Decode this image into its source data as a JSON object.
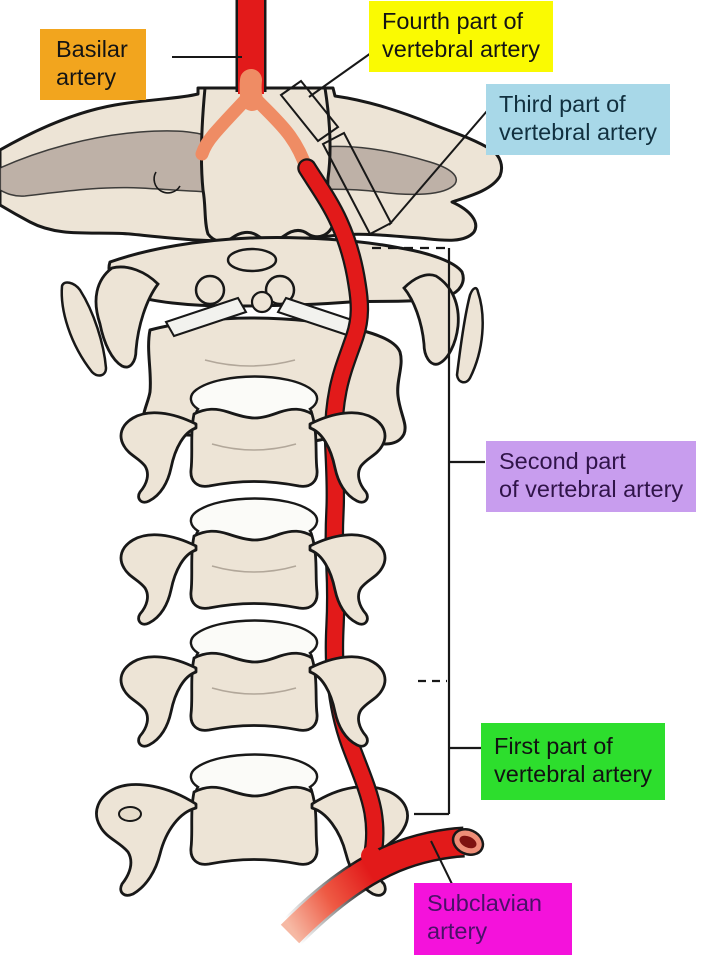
{
  "figure": {
    "type": "anatomical-diagram",
    "subject": "Course of the vertebral artery through the cervical spine",
    "labels": {
      "basilar": {
        "line1": "Basilar",
        "line2": "artery",
        "bg": "#F2A51E",
        "text": "#141414"
      },
      "fourth": {
        "line1": "Fourth part of",
        "line2": "vertebral artery",
        "bg": "#FAFA02",
        "text": "#141414"
      },
      "third": {
        "line1": "Third part of",
        "line2": "vertebral artery",
        "bg": "#A8D8E8",
        "text": "#11303F"
      },
      "second": {
        "line1": "Second part",
        "line2": "of vertebral artery",
        "bg": "#C89DEE",
        "text": "#301449"
      },
      "first": {
        "line1": "First part of",
        "line2": "vertebral artery",
        "bg": "#2DDE2D",
        "text": "#121212"
      },
      "subclavian": {
        "line1": "Subclavian",
        "line2": "artery",
        "bg": "#F412DB",
        "text": "#4A1168"
      }
    },
    "colors": {
      "artery_red": "#E21A1A",
      "artery_outline": "#181818",
      "intracranial_pink": "#EF8C64",
      "subclavian_fade_pink": "#F6B9A4",
      "bone_cream": "#EDE4D6",
      "bone_gray_band": "#B9ACA3",
      "disc_white": "#FBFBF8",
      "line_black": "#181818",
      "background": "#FFFFFF"
    }
  }
}
